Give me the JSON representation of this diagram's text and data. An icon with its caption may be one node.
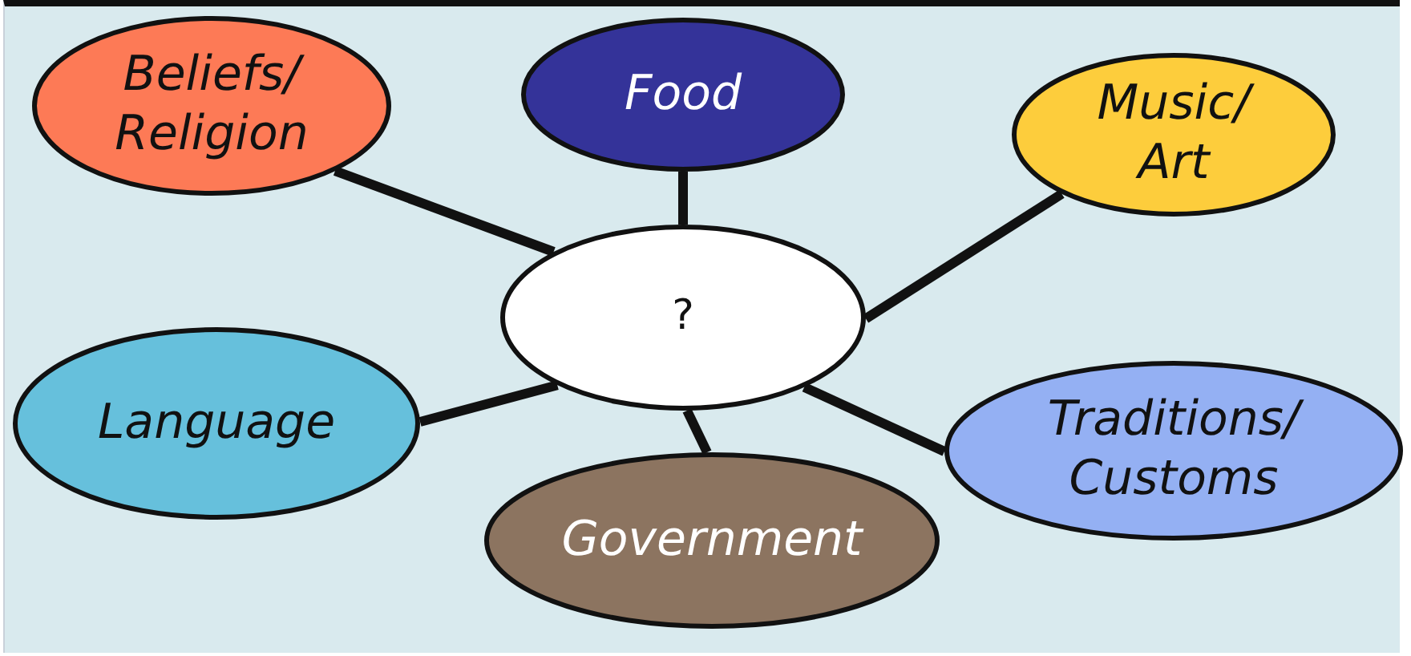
{
  "diagram": {
    "nodes": [
      {
        "text": [
          "Beliefs/ Religion"
        ]
      },
      {
        "text": [
          "Food"
        ]
      },
      {
        "text": [
          "Music/ Art"
        ]
      },
      {
        "text": [
          "?"
        ]
      },
      {
        "text": [
          "Language"
        ]
      },
      {
        "text": [
          "Traditions/ Customs"
        ]
      },
      {
        "text": [
          "Government"
        ]
      }
    ],
    "edges": [
      {
        "from": 3,
        "to": 0,
        "arrow": "none"
      },
      {
        "from": 3,
        "to": 1,
        "arrow": "none"
      },
      {
        "from": 3,
        "to": 2,
        "arrow": "none"
      },
      {
        "from": 3,
        "to": 4,
        "arrow": "none"
      },
      {
        "from": 3,
        "to": 5,
        "arrow": "none"
      },
      {
        "from": 3,
        "to": 6,
        "arrow": "none"
      }
    ]
  }
}
